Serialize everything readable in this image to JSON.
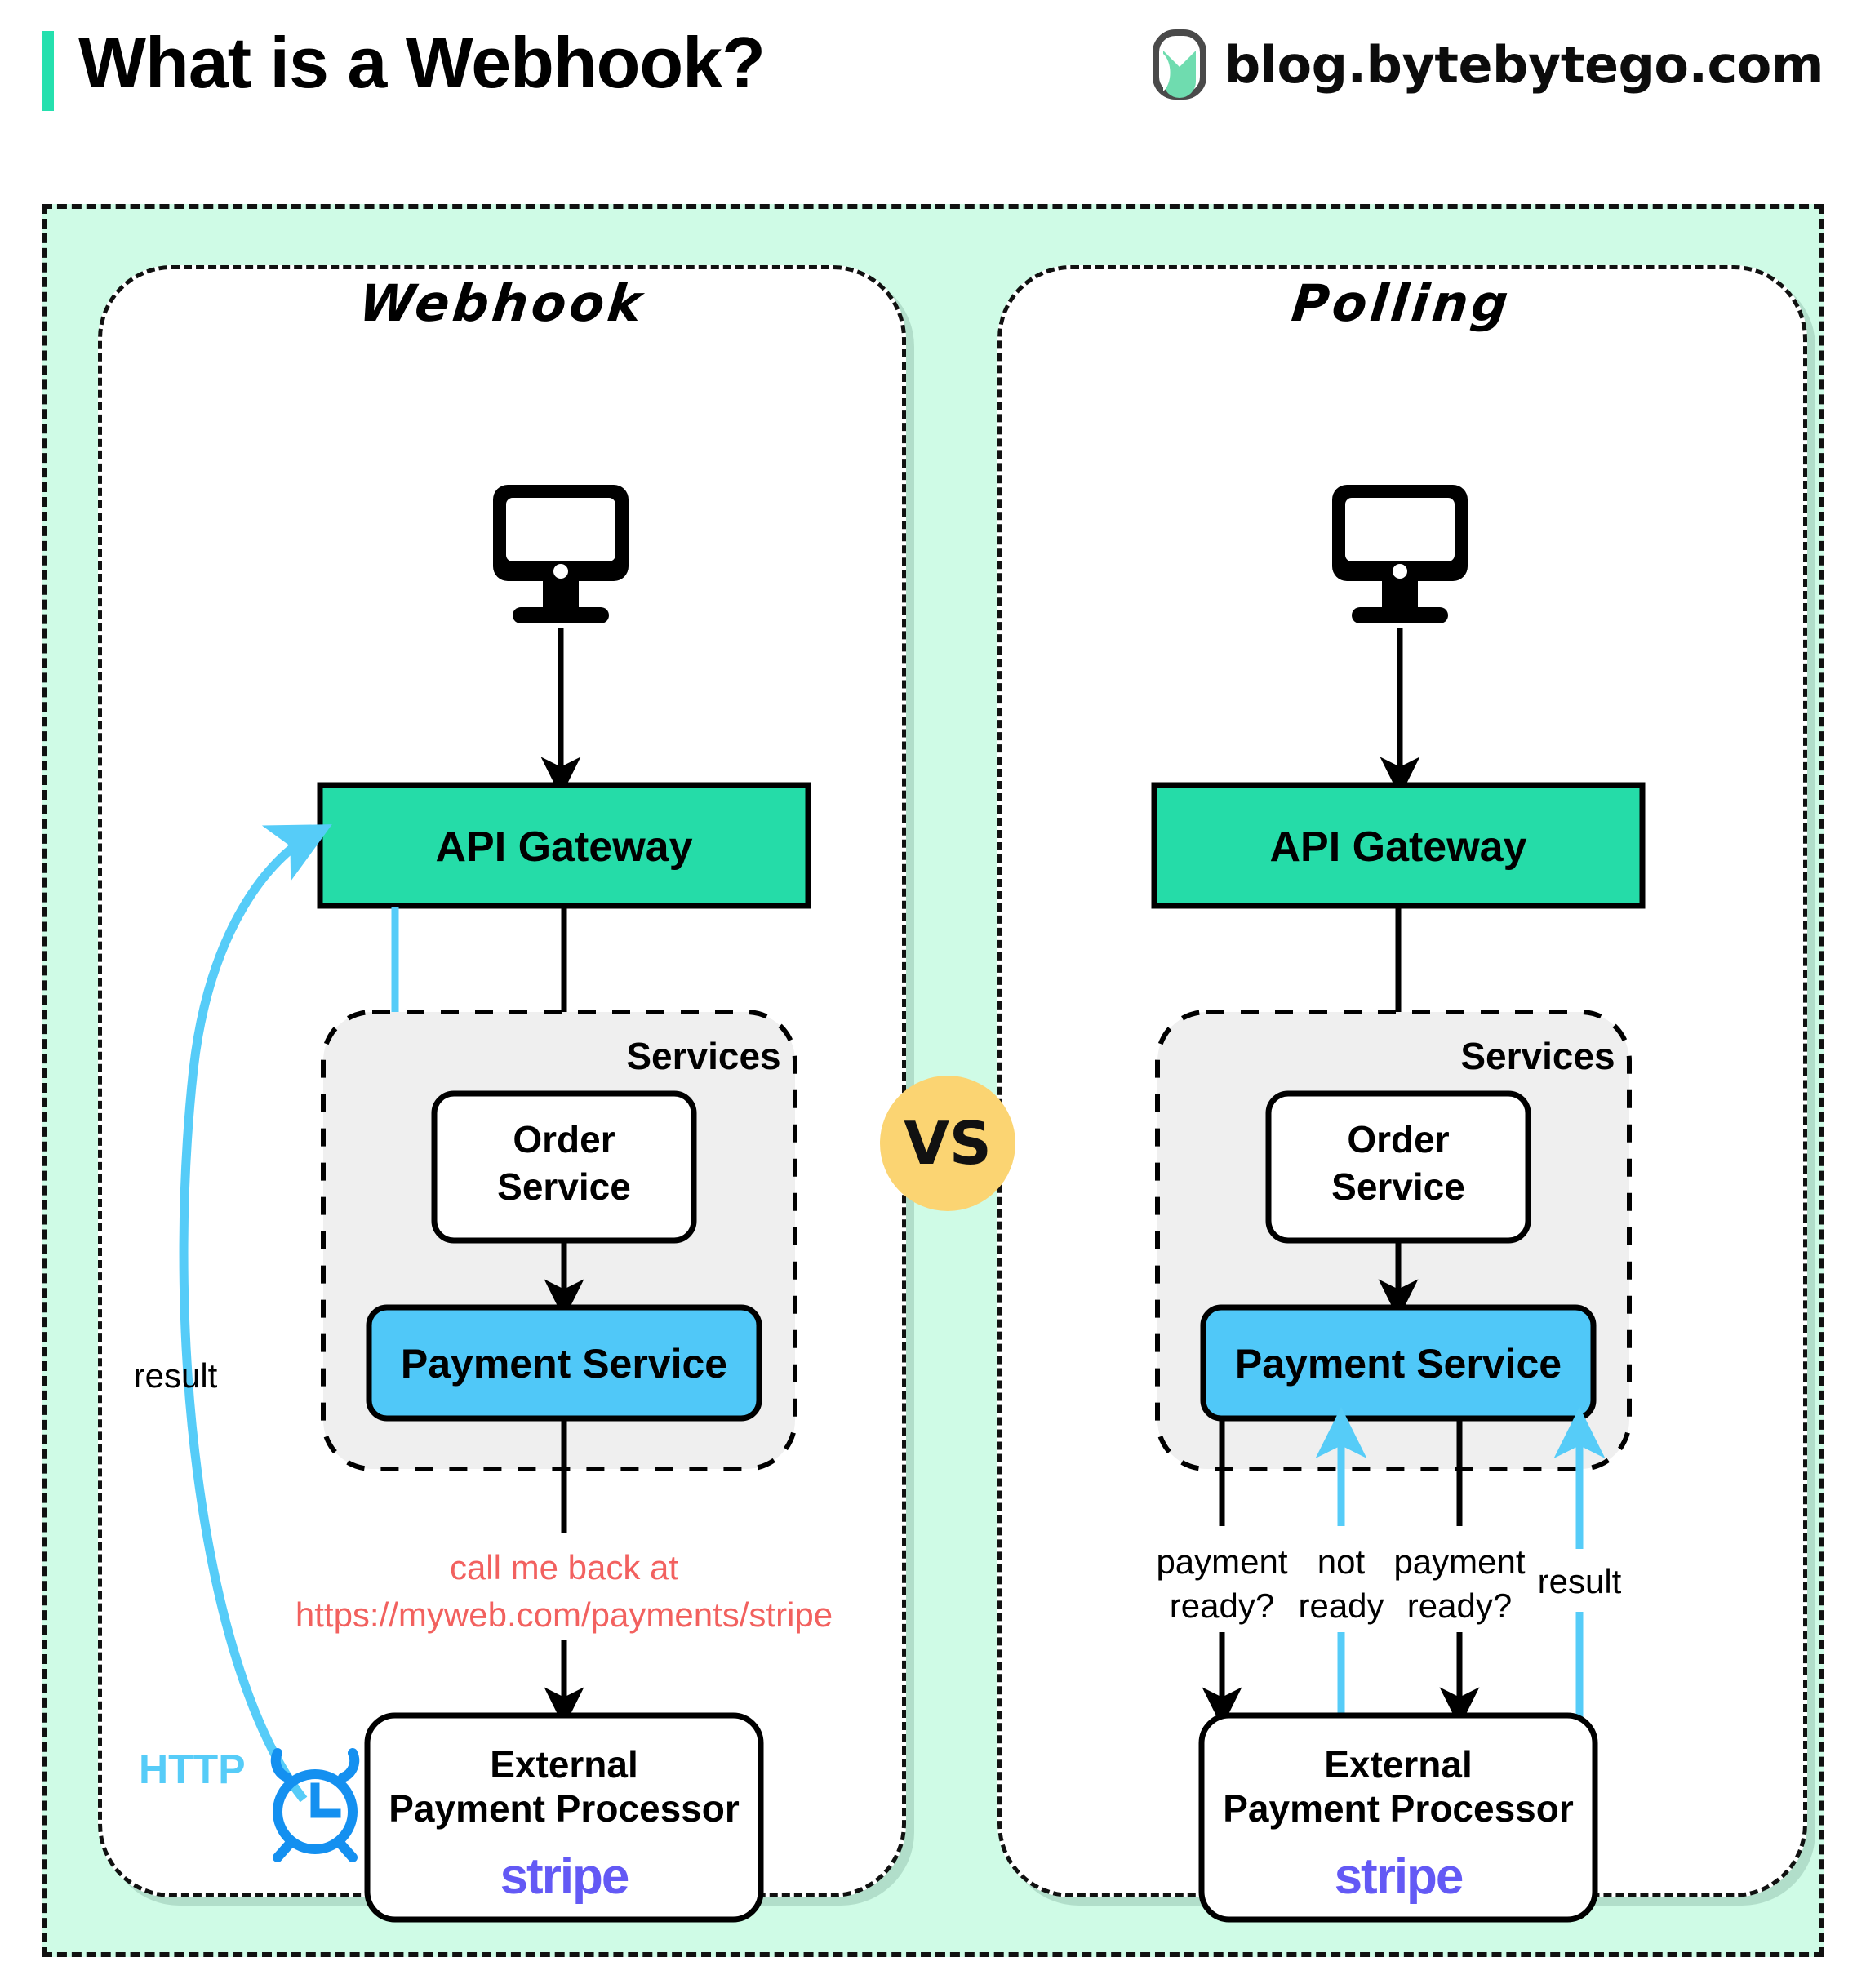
{
  "header": {
    "title": "What is a Webhook?",
    "brand_text": "blog.bytebytego.com",
    "accent_color": "#25E0AE",
    "logo_icon": "bytebytego-logo-icon"
  },
  "colors": {
    "outer_background": "#CFFBE6",
    "panel_background": "#FFFFFF",
    "api_gateway": "#25DCA8",
    "payment_service": "#50C8F8",
    "services_group": "#EFEFEF",
    "vs_badge": "#FBD472",
    "blue_arrow": "#56CCF8",
    "red_text": "#F2615F",
    "stripe_purple": "#6359F5",
    "black": "#000000"
  },
  "vs_badge": {
    "label": "VS"
  },
  "panels": [
    {
      "id": "webhook",
      "title": "Webhook",
      "client_icon": "desktop-monitor-icon",
      "nodes": {
        "api_gateway": "API Gateway",
        "services_group": "Services",
        "order_service": "Order\nService",
        "order_service_line1": "Order",
        "order_service_line2": "Service",
        "payment_service": "Payment Service",
        "external_processor_line1": "External",
        "external_processor_line2": "Payment Processor",
        "stripe_logo": "stripe"
      },
      "annotations": [
        {
          "id": "callback-note-line1",
          "text": "call me back at",
          "color": "#F2615F"
        },
        {
          "id": "callback-note-line2",
          "text": "https://myweb.com/payments/stripe",
          "color": "#F2615F"
        },
        {
          "id": "result-label",
          "text": "result",
          "color": "#000000"
        },
        {
          "id": "http-label",
          "text": "HTTP",
          "color": "#56CCF8"
        }
      ],
      "icons": [
        {
          "id": "alarm-clock-icon",
          "color": "#1490F0"
        }
      ]
    },
    {
      "id": "polling",
      "title": "Polling",
      "client_icon": "desktop-monitor-icon",
      "nodes": {
        "api_gateway": "API Gateway",
        "services_group": "Services",
        "order_service_line1": "Order",
        "order_service_line2": "Service",
        "payment_service": "Payment Service",
        "external_processor_line1": "External",
        "external_processor_line2": "Payment Processor",
        "stripe_logo": "stripe"
      },
      "annotations": [
        {
          "id": "poll-1",
          "line1": "payment",
          "line2": "ready?",
          "direction": "down",
          "color": "#000000"
        },
        {
          "id": "poll-2",
          "line1": "not",
          "line2": "ready",
          "direction": "up",
          "color": "#000000"
        },
        {
          "id": "poll-3",
          "line1": "payment",
          "line2": "ready?",
          "direction": "down",
          "color": "#000000"
        },
        {
          "id": "poll-4",
          "line1": "result",
          "line2": "",
          "direction": "up",
          "color": "#000000"
        }
      ]
    }
  ]
}
